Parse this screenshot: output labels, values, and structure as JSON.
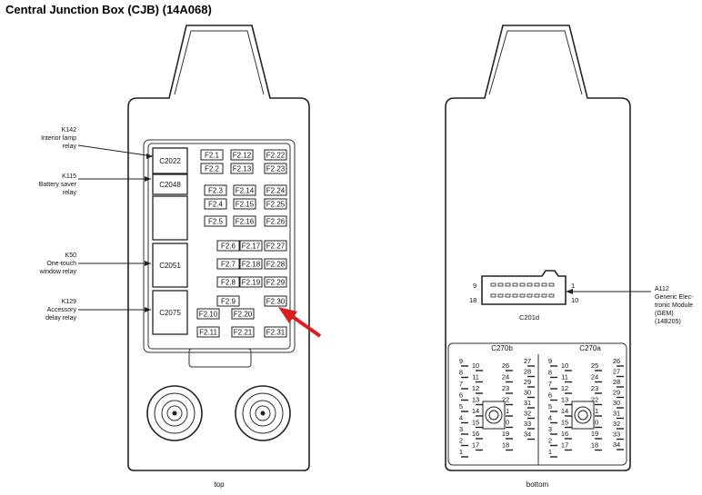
{
  "title": "Central Junction Box (CJB) (14A068)",
  "top_view": {
    "label": "top",
    "relays": [
      {
        "id": "C2022"
      },
      {
        "id": "C2048"
      },
      {
        "id": "C2051"
      },
      {
        "id": "C2075"
      }
    ],
    "callouts": [
      {
        "line1": "K142",
        "line2": "Interior lamp",
        "line3": "relay"
      },
      {
        "line1": "K115",
        "line2": "Battery saver",
        "line3": "relay"
      },
      {
        "line1": "K50",
        "line2": "One-touch",
        "line3": "window relay"
      },
      {
        "line1": "K129",
        "line2": "Accessory",
        "line3": "delay relay"
      }
    ],
    "fuses": [
      "F2.1",
      "F2.12",
      "F2.22",
      "F2.2",
      "F2.13",
      "F2.23",
      "F2.3",
      "F2.14",
      "F2.24",
      "F2.4",
      "F2.15",
      "F2.25",
      "F2.5",
      "F2.16",
      "F2.26",
      "F2.6",
      "F2.17",
      "F2.27",
      "F2.7",
      "F2.18",
      "F2.28",
      "F2.8",
      "F2.19",
      "F2.29",
      "F2.9",
      "F2.30",
      "F2.10",
      "F2.20",
      "F2.11",
      "F2.21",
      "F2.31"
    ]
  },
  "bottom_view": {
    "label": "bottom",
    "connector_c201d": {
      "name": "C201d",
      "pin_top_left": "9",
      "pin_top_right": "1",
      "pin_bottom_left": "18",
      "pin_bottom_right": "10"
    },
    "callout_a112": {
      "line1": "A112",
      "line2": "Generic Elec-",
      "line3": "tronic Module",
      "line4": "(GEM)",
      "line5": "(14B205)"
    },
    "connector_c270b": {
      "name": "C270b",
      "left_pins": [
        "9",
        "8",
        "7",
        "6",
        "5",
        "4",
        "3",
        "2",
        "1"
      ],
      "mid_pins": [
        "10",
        "11",
        "12",
        "13",
        "14",
        "15",
        "16",
        "17"
      ],
      "right_pins": [
        "26",
        "24",
        "23",
        "22",
        "21",
        "20",
        "19",
        "18"
      ],
      "far_pins": [
        "27",
        "28",
        "29",
        "30",
        "31",
        "32",
        "33",
        "34"
      ]
    },
    "connector_c270a": {
      "name": "C270a",
      "left_pins": [
        "9",
        "8",
        "7",
        "6",
        "5",
        "4",
        "3",
        "2",
        "1"
      ],
      "mid_pins": [
        "10",
        "11",
        "12",
        "13",
        "14",
        "15",
        "16",
        "17"
      ],
      "right_pins": [
        "25",
        "24",
        "23",
        "22",
        "21",
        "20",
        "19",
        "18"
      ],
      "far_pins": [
        "26",
        "27",
        "28",
        "29",
        "30",
        "31",
        "32",
        "33",
        "34"
      ]
    }
  },
  "colors": {
    "arrow": "#d81e1e",
    "line": "#222222"
  }
}
